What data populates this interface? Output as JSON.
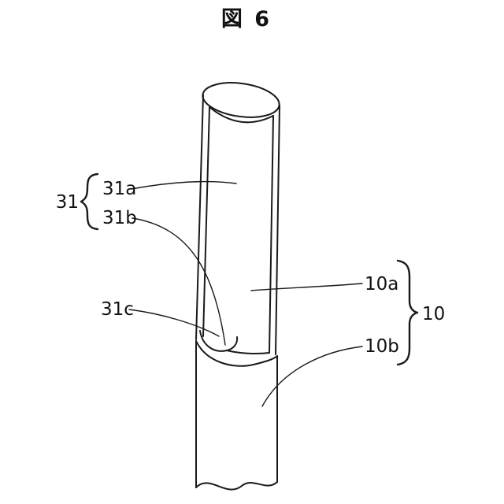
{
  "figure": {
    "title": "図 6",
    "reference_labels": {
      "group31": "31",
      "l31a": "31a",
      "l31b": "31b",
      "l31c": "31c",
      "l10a": "10a",
      "l10b": "10b",
      "group10": "10"
    },
    "colors": {
      "line": "#1a1a1a",
      "background": "#ffffff"
    }
  }
}
